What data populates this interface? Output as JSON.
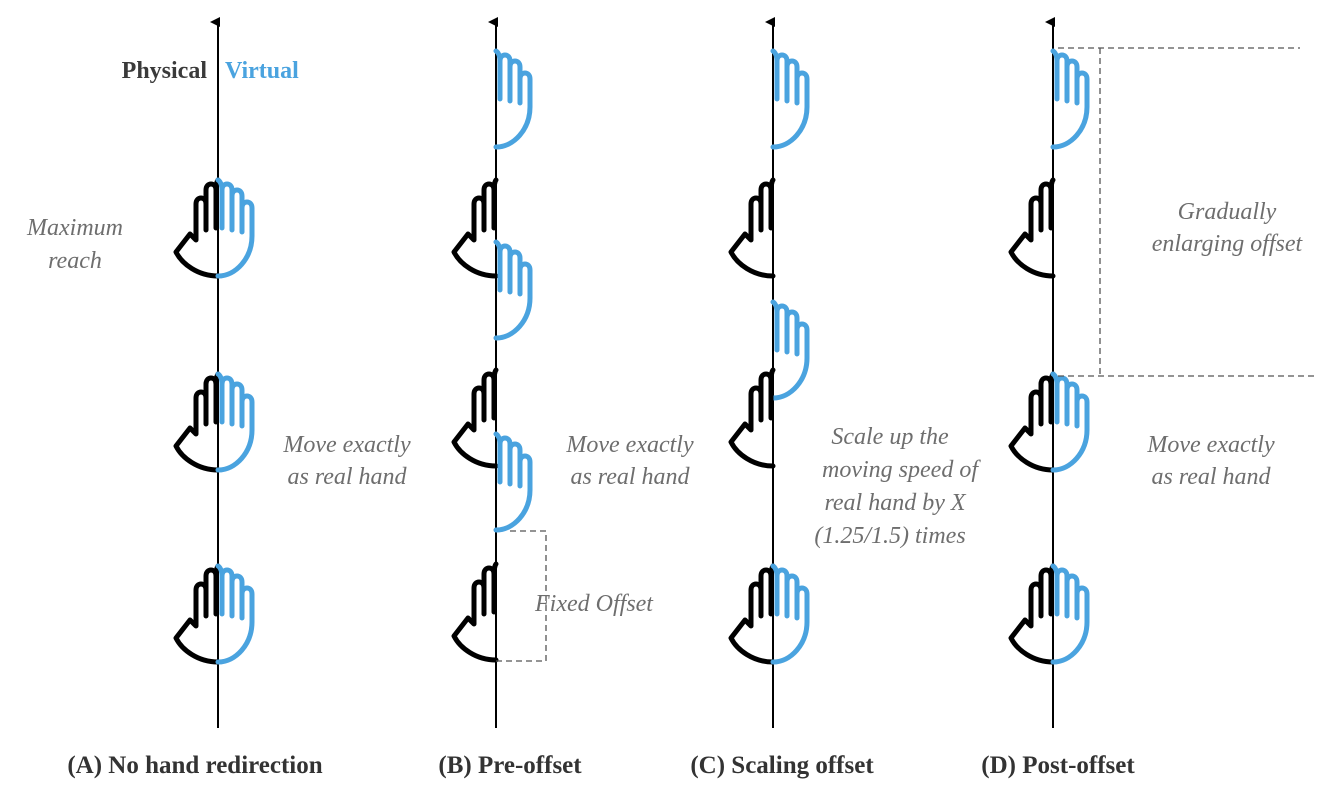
{
  "header": {
    "physical": "Physical",
    "virtual": "Virtual"
  },
  "colors": {
    "physical": "#000000",
    "virtual": "#4aa3df",
    "annotation": "#6e6e6e"
  },
  "panels": [
    {
      "caption": "(A) No hand redirection",
      "annotations": [
        {
          "lines": [
            "Maximum",
            "reach"
          ]
        },
        {
          "lines": [
            "Move exactly",
            "as real hand"
          ]
        }
      ]
    },
    {
      "caption": "(B) Pre-offset",
      "annotations": [
        {
          "lines": [
            "Move exactly",
            "as real hand"
          ]
        },
        {
          "lines": [
            "Fixed Offset"
          ]
        }
      ]
    },
    {
      "caption": "(C) Scaling offset",
      "annotations": [
        {
          "lines": [
            "Scale up the",
            "moving speed of",
            "real hand by X",
            "(1.25/1.5) times"
          ]
        }
      ]
    },
    {
      "caption": "(D) Post-offset",
      "annotations": [
        {
          "lines": [
            "Gradually",
            "enlarging offset"
          ]
        },
        {
          "lines": [
            "Move exactly",
            "as real hand"
          ]
        }
      ]
    }
  ],
  "icons": [
    "physical-hand-icon",
    "virtual-hand-icon"
  ]
}
